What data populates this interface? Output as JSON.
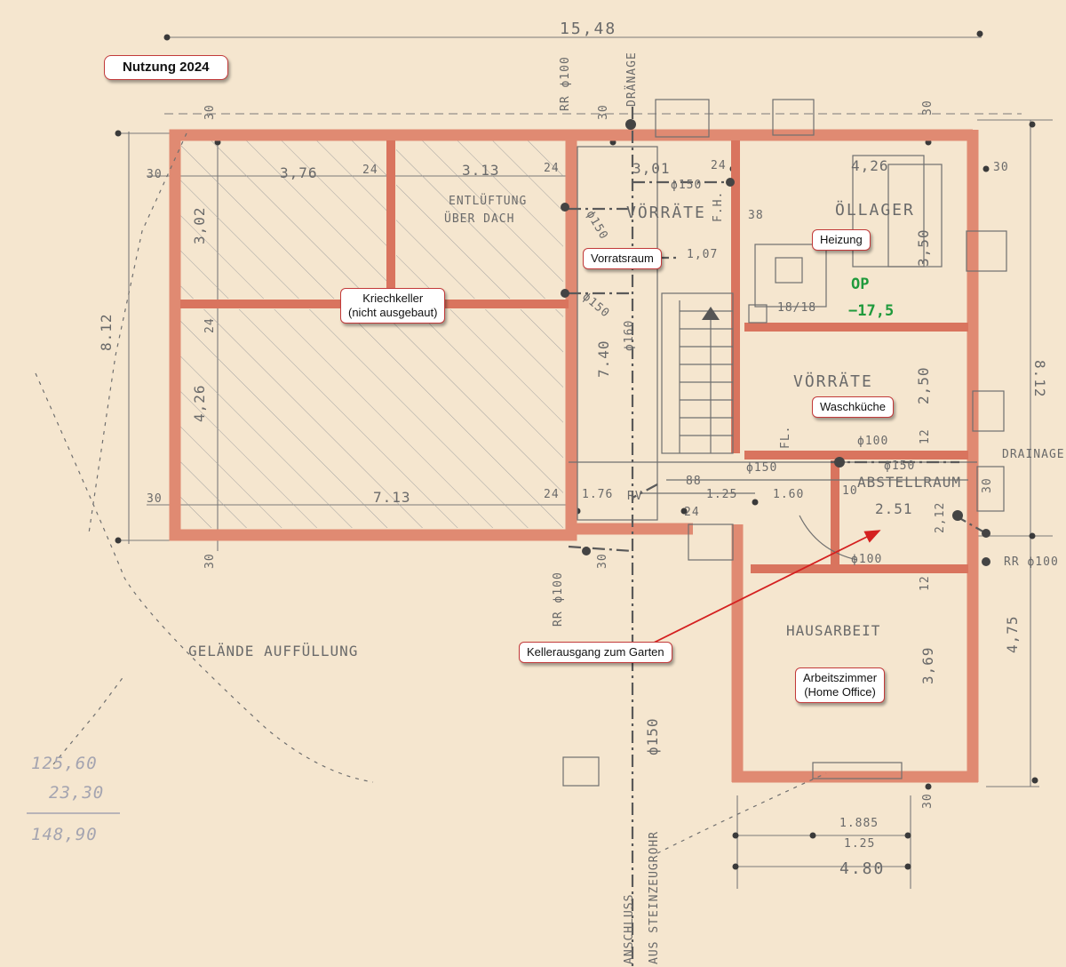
{
  "title": "Nutzung 2024",
  "overlay_labels": {
    "kriechkeller": "Kriechkeller\n(nicht ausgebaut)",
    "vorratsraum": "Vorratsraum",
    "heizung": "Heizung",
    "waschkueche": "Waschküche",
    "kellerausgang": "Kellerausgang zum Garten",
    "arbeitszimmer": "Arbeitszimmer\n(Home Office)"
  },
  "plan_text": {
    "rooms": {
      "vorraete_top": "VÖRRÄTE",
      "oellager": "ÖLLAGER",
      "vorraete_mid": "VÖRRÄTE",
      "abstellraum": "ABSTELLRAUM",
      "hausarbeit": "HAUSARBEIT",
      "entlueftung_1": "ENTLÜFTUNG",
      "entlueftung_2": "ÜBER DACH",
      "gelaende": "GELÄNDE AUFFÜLLUNG",
      "anschluss": "ANSCHLUSS",
      "steinzeug": "AUS STEINZEUGROHR",
      "drainage_top": "DRÄNAGE",
      "drainage_right": "DRAINAGE",
      "rr_top": "RR ϕ100",
      "rr_left": "RR ϕ100",
      "rr_right": "RR ϕ100"
    },
    "dimensions": {
      "total_width": "15,48",
      "height_left": "8.12",
      "height_right": "8.12",
      "d376": "3,76",
      "d313": "3.13",
      "d302": "3,02",
      "d426v": "4,26",
      "d713": "7.13",
      "d740": "7.40",
      "d301": "3,01",
      "d426": "4,26",
      "d350": "3,50",
      "d250": "2,50",
      "d251": "2.51",
      "d212": "2,12",
      "d369": "3,69",
      "d475": "4,75",
      "d176": "1.76",
      "d125": "1.25",
      "d160": "1.60",
      "d1885": "1.885",
      "d125b": "1.25",
      "d480": "4.80",
      "d24": "24",
      "d30": "30",
      "d12": "12",
      "d10": "10",
      "d88": "88",
      "d38": "38",
      "d107": "1,07",
      "d1818": "18/18",
      "pipe150": "ϕ150",
      "pipe160": "ϕ160",
      "pipe100": "ϕ100",
      "fh": "F.H.",
      "fl": "FL.",
      "rv": "RV"
    },
    "green_marks": {
      "op": "OP",
      "level": "−17,5"
    },
    "faded_calc": {
      "l1": "125,60",
      "l2": "23,30",
      "l3": "148,90"
    }
  },
  "colors": {
    "paper": "#f5e6cf",
    "wall": "#e08a72",
    "label_border": "#c23a3a",
    "arrow": "#d42020"
  }
}
